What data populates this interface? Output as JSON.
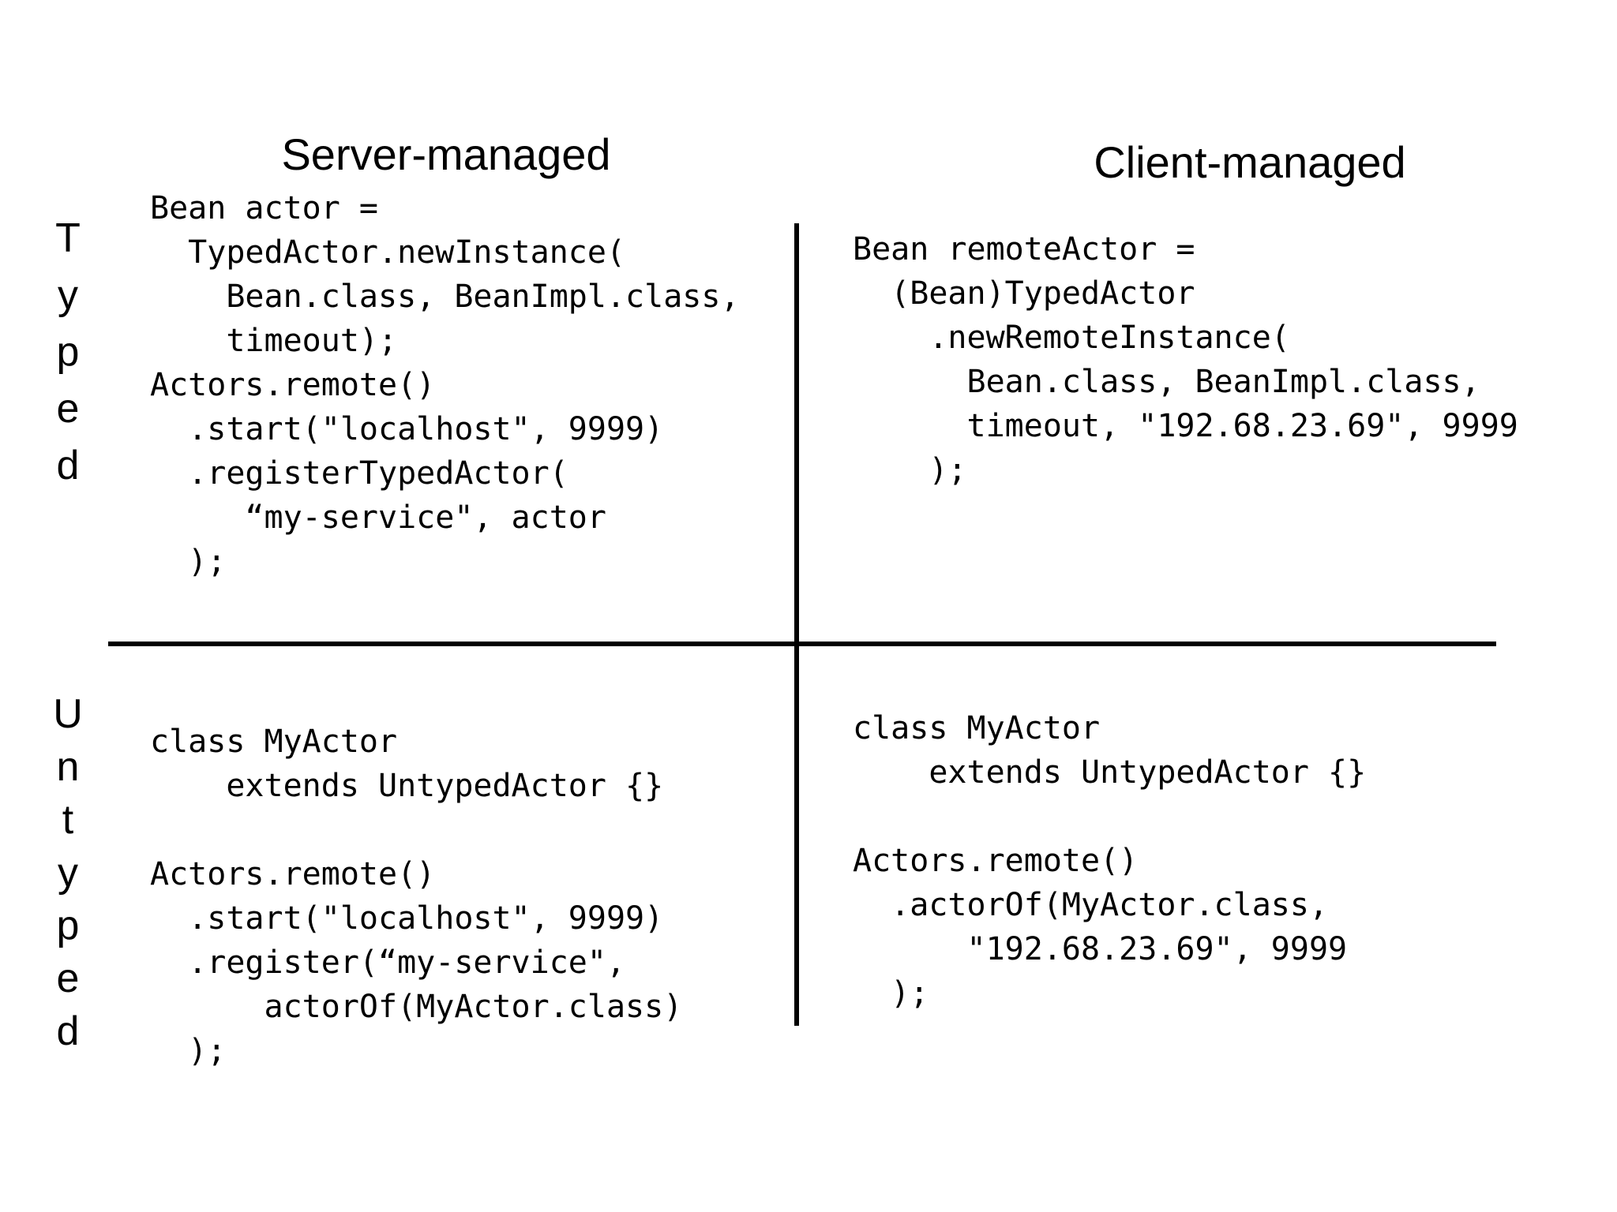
{
  "slide": {
    "kind": "2x2 comparison matrix of Akka remote actor code",
    "background_color": "#ffffff",
    "text_color": "#000000",
    "divider_color": "#000000"
  },
  "columns": {
    "server": {
      "label": "Server-managed"
    },
    "client": {
      "label": "Client-managed"
    }
  },
  "rows": {
    "typed": {
      "label": "Typed"
    },
    "untyped": {
      "label": "Untyped"
    }
  },
  "quadrants": {
    "typed_server": {
      "code": [
        "Bean actor =",
        "  TypedActor.newInstance(",
        "    Bean.class, BeanImpl.class,",
        "    timeout);",
        "Actors.remote()",
        "  .start(\"localhost\", 9999)",
        "  .registerTypedActor(",
        "     “my-service\", actor",
        "  );"
      ]
    },
    "typed_client": {
      "code": [
        "Bean remoteActor =",
        "  (Bean)TypedActor",
        "    .newRemoteInstance(",
        "      Bean.class, BeanImpl.class,",
        "      timeout, \"192.68.23.69\", 9999",
        "    );"
      ]
    },
    "untyped_server": {
      "code": [
        "class MyActor",
        "    extends UntypedActor {}",
        "",
        "Actors.remote()",
        "  .start(\"localhost\", 9999)",
        "  .register(“my-service\",",
        "      actorOf(MyActor.class)",
        "  );"
      ]
    },
    "untyped_client": {
      "code": [
        "class MyActor",
        "    extends UntypedActor {}",
        "",
        "Actors.remote()",
        "  .actorOf(MyActor.class,",
        "      \"192.68.23.69\", 9999",
        "  );"
      ]
    }
  }
}
